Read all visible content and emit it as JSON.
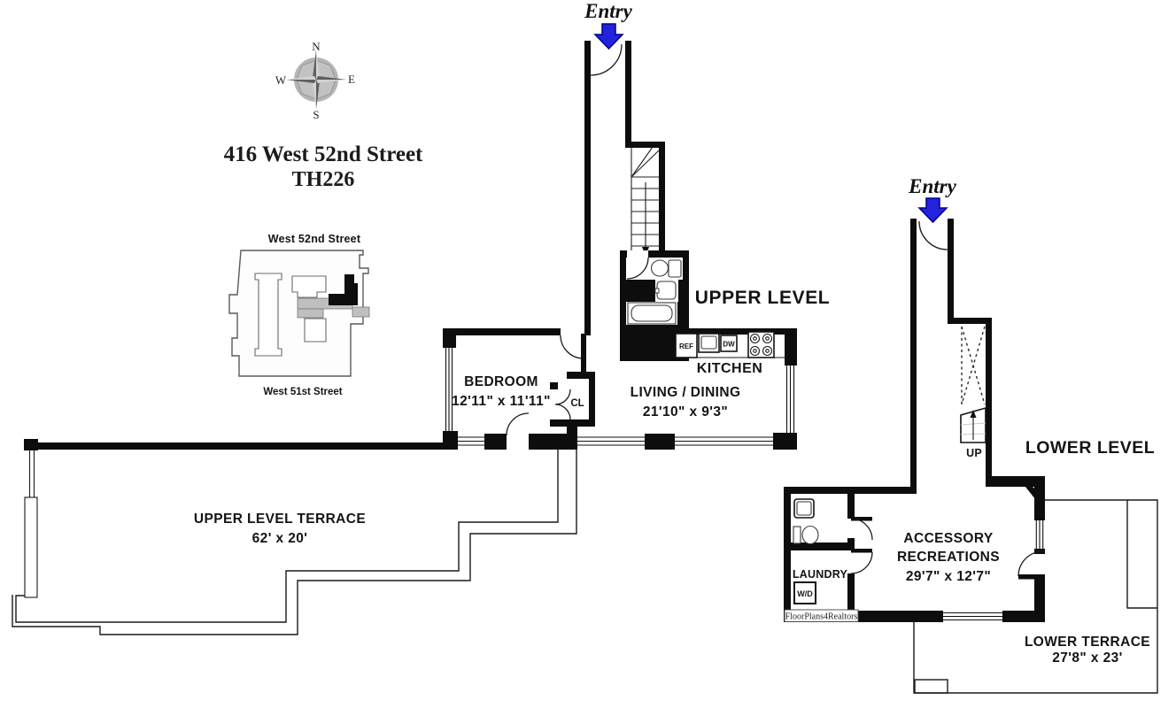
{
  "title": {
    "line1": "416 West 52nd Street",
    "line2": "TH226"
  },
  "compass": {
    "n": "N",
    "s": "S",
    "e": "E",
    "w": "W"
  },
  "site_map": {
    "top_street": "West 52nd Street",
    "bottom_street": "West 51st Street"
  },
  "upper": {
    "entry_label": "Entry",
    "level_label": "UPPER LEVEL",
    "kitchen_label": "KITCHEN",
    "living_name": "LIVING / DINING",
    "living_dims": "21'10\" x 9'3\"",
    "bedroom_name": "BEDROOM",
    "bedroom_dims": "12'11\" x 11'11\"",
    "closet_label": "CL",
    "ref_label": "REF",
    "dw_label": "DW",
    "terrace_name": "UPPER LEVEL TERRACE",
    "terrace_dims": "62' x 20'"
  },
  "lower": {
    "entry_label": "Entry",
    "level_label": "LOWER LEVEL",
    "up_label": "UP",
    "laundry_label": "LAUNDRY",
    "wd_label": "W/D",
    "acc_line1": "ACCESSORY",
    "acc_line2": "RECREATIONS",
    "acc_dims": "29'7\" x 12'7\"",
    "terrace_name": "LOWER TERRACE",
    "terrace_dims": "27'8\" x 23'"
  },
  "watermark": {
    "text": "FloorPlans4Realtors"
  },
  "colors": {
    "wall": "#0d0d0d",
    "entry_arrow_fill": "#2323dd",
    "entry_arrow_stroke": "#00008b",
    "compass_dark": "#6e6e6e",
    "compass_light": "#c6c6c6",
    "site_gray": "#bfbfbf"
  }
}
